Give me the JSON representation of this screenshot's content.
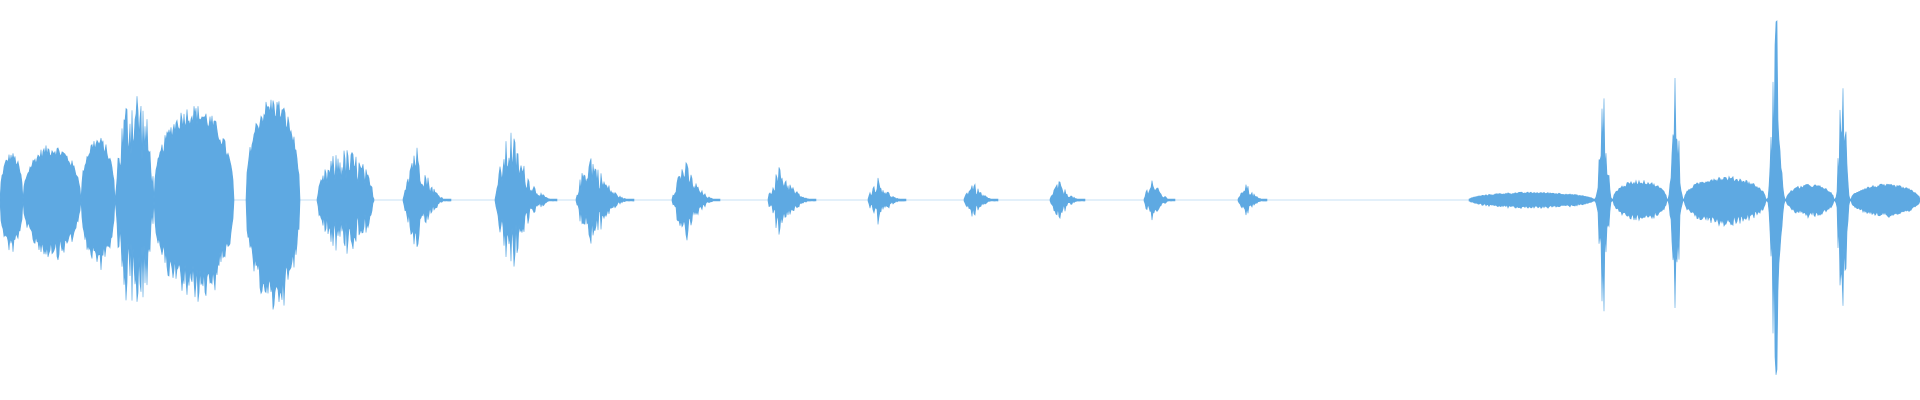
{
  "waveform": {
    "color": "#5ea9e2",
    "background": "#ffffff",
    "peak_scale": 0.5,
    "segments": [
      {
        "start": 0.0,
        "end": 0.012,
        "amp": 0.12,
        "shape": "blob"
      },
      {
        "start": 0.012,
        "end": 0.042,
        "amp": 0.14,
        "shape": "blob"
      },
      {
        "start": 0.042,
        "end": 0.06,
        "amp": 0.16,
        "shape": "blob"
      },
      {
        "start": 0.06,
        "end": 0.08,
        "amp": 0.3,
        "shape": "spiky"
      },
      {
        "start": 0.08,
        "end": 0.122,
        "amp": 0.24,
        "shape": "blob"
      },
      {
        "start": 0.128,
        "end": 0.156,
        "amp": 0.26,
        "shape": "blob"
      },
      {
        "start": 0.165,
        "end": 0.195,
        "amp": 0.13,
        "shape": "spiky"
      },
      {
        "start": 0.21,
        "end": 0.235,
        "amp": 0.16,
        "shape": "decay"
      },
      {
        "start": 0.258,
        "end": 0.29,
        "amp": 0.19,
        "shape": "decay"
      },
      {
        "start": 0.3,
        "end": 0.33,
        "amp": 0.13,
        "shape": "decay"
      },
      {
        "start": 0.35,
        "end": 0.375,
        "amp": 0.11,
        "shape": "decay"
      },
      {
        "start": 0.4,
        "end": 0.425,
        "amp": 0.09,
        "shape": "decay"
      },
      {
        "start": 0.452,
        "end": 0.472,
        "amp": 0.06,
        "shape": "decay"
      },
      {
        "start": 0.502,
        "end": 0.52,
        "amp": 0.05,
        "shape": "decay"
      },
      {
        "start": 0.547,
        "end": 0.565,
        "amp": 0.05,
        "shape": "decay"
      },
      {
        "start": 0.596,
        "end": 0.612,
        "amp": 0.06,
        "shape": "decay"
      },
      {
        "start": 0.645,
        "end": 0.66,
        "amp": 0.05,
        "shape": "decay"
      },
      {
        "start": 0.765,
        "end": 0.83,
        "amp": 0.02,
        "shape": "blob"
      },
      {
        "start": 0.83,
        "end": 0.84,
        "amp": 0.27,
        "shape": "spike"
      },
      {
        "start": 0.84,
        "end": 0.868,
        "amp": 0.05,
        "shape": "blob"
      },
      {
        "start": 0.868,
        "end": 0.877,
        "amp": 0.33,
        "shape": "spike"
      },
      {
        "start": 0.877,
        "end": 0.92,
        "amp": 0.06,
        "shape": "blob"
      },
      {
        "start": 0.92,
        "end": 0.93,
        "amp": 0.48,
        "shape": "spike"
      },
      {
        "start": 0.93,
        "end": 0.955,
        "amp": 0.04,
        "shape": "blob"
      },
      {
        "start": 0.955,
        "end": 0.964,
        "amp": 0.35,
        "shape": "spike"
      },
      {
        "start": 0.964,
        "end": 1.0,
        "amp": 0.04,
        "shape": "blob"
      }
    ]
  }
}
